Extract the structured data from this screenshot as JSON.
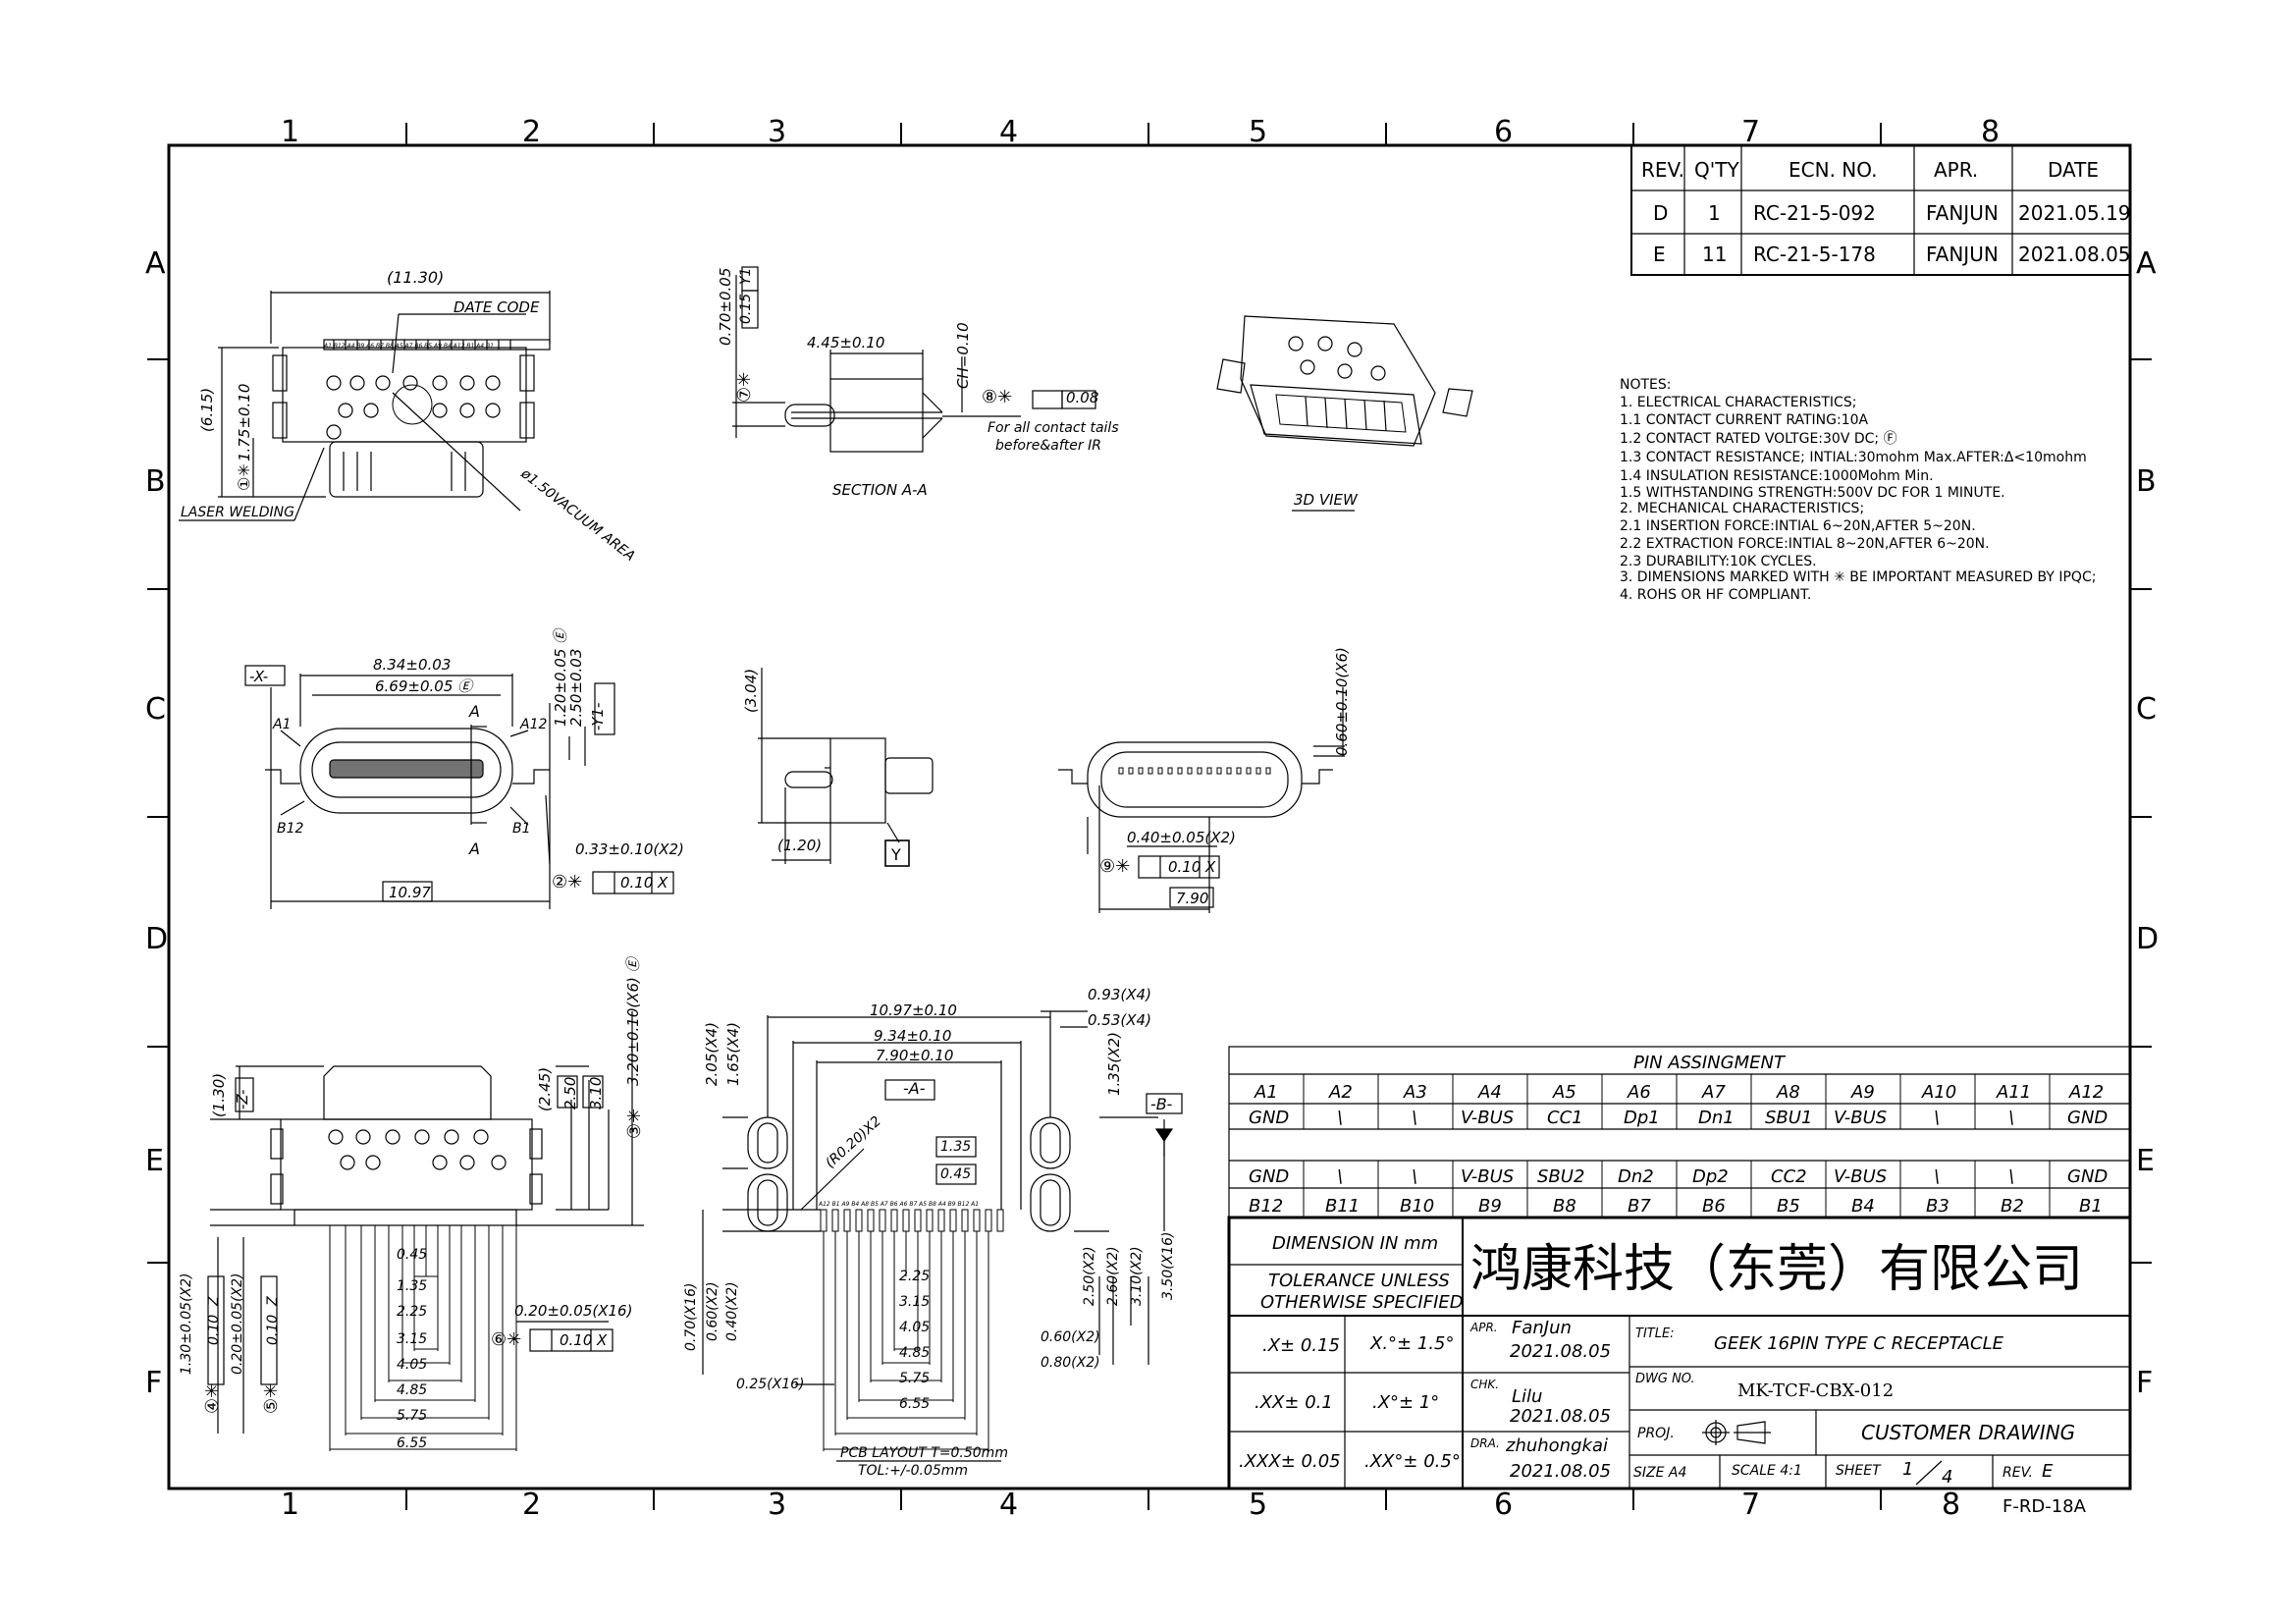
{
  "zones": {
    "columns": [
      "1",
      "2",
      "3",
      "4",
      "5",
      "6",
      "7",
      "8"
    ],
    "rows": [
      "A",
      "B",
      "C",
      "D",
      "E",
      "F"
    ]
  },
  "revision_table": {
    "headers": [
      "REV.",
      "Q'TY",
      "ECN. NO.",
      "APR.",
      "DATE"
    ],
    "rows": [
      [
        "D",
        "1",
        "RC-21-5-092",
        "FANJUN",
        "2021.05.19"
      ],
      [
        "E",
        "11",
        "RC-21-5-178",
        "FANJUN",
        "2021.08.05"
      ]
    ]
  },
  "notes": [
    "NOTES:",
    "1. ELECTRICAL CHARACTERISTICS;",
    "1.1 CONTACT CURRENT RATING:10A",
    "1.2 CONTACT RATED VOLTGE:30V DC; Ⓕ",
    "1.3 CONTACT RESISTANCE; INTIAL:30mohm  Max.AFTER:Δ<10mohm",
    "1.4 INSULATION RESISTANCE:1000Mohm Min.",
    "1.5 WITHSTANDING STRENGTH:500V DC FOR 1 MINUTE.",
    "2.  MECHANICAL CHARACTERISTICS;",
    "2.1 INSERTION FORCE:INTIAL 6~20N,AFTER 5~20N.",
    "2.2 EXTRACTION FORCE:INTIAL 8~20N,AFTER 6~20N.",
    "2.3 DURABILITY:10K CYCLES.",
    "3. DIMENSIONS MARKED WITH ✳ BE IMPORTANT MEASURED BY IPQC;",
    "4. ROHS OR HF COMPLIANT."
  ],
  "views": {
    "top": {
      "dim_width": "(11.30)",
      "date_code": "DATE CODE",
      "dim_height": "(6.15)",
      "dim_small": "1.75±0.10",
      "marker": "①✳",
      "laser": "LASER WELDING",
      "vacuum": "ø1.50VACUUM AREA",
      "pin_labels": "A1 B12 A4 B9 A6 B7 B8 A5 A7 B6 B5 A9 B4 A12 B1 A4 B1"
    },
    "section": {
      "label": "SECTION A-A",
      "dim1": "0.70±0.05",
      "dim2": "4.45±0.10",
      "dim3": "CH=0.10",
      "tol1": "0.15",
      "tol1_ref": "Y1",
      "marker7": "⑦✳",
      "marker8": "⑧✳",
      "flat": "0.08",
      "note1": "For all contact tails",
      "note2": "before&after IR"
    },
    "view3d": {
      "label": "3D VIEW"
    },
    "front": {
      "datum_x": "-X-",
      "datum_y1": "-Y1-",
      "dim1": "8.34±0.03",
      "dim2": "6.69±0.05 Ⓔ",
      "dim3": "1.20±0.05 Ⓔ",
      "dim4": "2.50±0.03",
      "a": "A",
      "a1": "A1",
      "a12": "A12",
      "b12": "B12",
      "b1": "B1",
      "dim5": "0.33±0.10(X2)",
      "marker2": "②✳",
      "pos": "⊕",
      "tol": "0.10",
      "ref": "X",
      "dim6": "10.97"
    },
    "side": {
      "dim1": "(3.04)",
      "dim2": "(1.20)",
      "datum": "Y"
    },
    "rear": {
      "dim1": "0.60±0.10(X6)",
      "dim2": "0.40±0.05(X2)",
      "marker9": "⑨✳",
      "tol": "0.10",
      "ref": "X",
      "dim3": "7.90"
    },
    "bottom": {
      "dim1": "(1.30)",
      "datum_z": "-Z-",
      "dim2": "(2.45)",
      "dim3": "2.50",
      "dim4": "3.10",
      "dim5": "3.20±0.10(X6) Ⓔ",
      "marker3": "③✳",
      "stack": [
        "0.45",
        "1.35",
        "2.25",
        "3.15",
        "4.05",
        "4.85",
        "5.75",
        "6.55"
      ],
      "dim6": "0.20±0.05(X16)",
      "marker6": "⑥✳",
      "tol6": "0.10",
      "ref6": "X",
      "dim7": "1.30±0.05(X2)",
      "dim8": "0.20±0.05(X2)",
      "marker4": "④✳",
      "marker5": "⑤✳",
      "tol45": "0.10",
      "ref45": "Z"
    },
    "pcb": {
      "dim1": "10.97±0.10",
      "dim2": "9.34±0.10",
      "dim3": "7.90±0.10",
      "dim4": "0.93(X4)",
      "dim5": "0.53(X4)",
      "dim6": "2.05(X4)",
      "dim7": "1.65(X4)",
      "dim8": "1.35(X2)",
      "datum_a": "-A-",
      "datum_b": "-B-",
      "r": "(R0.20)X2",
      "box1": "1.35",
      "box2": "0.45",
      "stack": [
        "2.25",
        "3.15",
        "4.05",
        "4.85",
        "5.75",
        "6.55"
      ],
      "dim9": "0.70(X16)",
      "dim10": "0.60(X2)",
      "dim11": "0.40(X2)",
      "dim12": "0.25(X16)",
      "dim13": "2.50(X2)",
      "dim14": "2.60(X2)",
      "dim15": "3.10(X2)",
      "dim16": "3.50(X16)",
      "dim17": "0.60(X2)",
      "dim18": "0.80(X2)",
      "layout1": "PCB LAYOUT  T=0.50mm",
      "layout2": "TOL:+/-0.05mm",
      "pin_labels": "A12 B1 A9 B4 A8 B5 A7 B6 A6 B7 A5 B8 A4 B9 B12 A1"
    }
  },
  "pin_table": {
    "title": "PIN ASSINGMENT",
    "top_row": [
      "A1",
      "A2",
      "A3",
      "A4",
      "A5",
      "A6",
      "A7",
      "A8",
      "A9",
      "A10",
      "A11",
      "A12"
    ],
    "top_signals": [
      "GND",
      "\\",
      "\\",
      "V-BUS",
      "CC1",
      "Dp1",
      "Dn1",
      "SBU1",
      "V-BUS",
      "\\",
      "\\",
      "GND"
    ],
    "bottom_signals": [
      "GND",
      "\\",
      "\\",
      "V-BUS",
      "SBU2",
      "Dn2",
      "Dp2",
      "CC2",
      "V-BUS",
      "\\",
      "\\",
      "GND"
    ],
    "bottom_row": [
      "B12",
      "B11",
      "B10",
      "B9",
      "B8",
      "B7",
      "B6",
      "B5",
      "B4",
      "B3",
      "B2",
      "B1"
    ]
  },
  "title_block": {
    "dimension_unit": "DIMENSION  IN  mm",
    "tolerance_1": "TOLERANCE  UNLESS",
    "tolerance_2": "OTHERWISE  SPECIFIED",
    "company": "鸿康科技（东莞）有限公司",
    "tol_x": ".X±  0.15",
    "tol_ang1": "X.°±  1.5°",
    "tol_xx": ".XX±  0.1",
    "tol_ang2": ".X°±  1°",
    "tol_xxx": ".XXX±  0.05",
    "tol_ang3": ".XX°±  0.5°",
    "apr_label": "APR.",
    "apr_name": "FanJun",
    "apr_date": "2021.08.05",
    "chk_label": "CHK.",
    "chk_name": "Lilu",
    "chk_date": "2021.08.05",
    "dra_label": "DRA.",
    "dra_name": "zhuhongkai",
    "dra_date": "2021.08.05",
    "title_label": "TITLE:",
    "title": "GEEK  16PIN  TYPE  C  RECEPTACLE",
    "dwg_label": "DWG NO.",
    "dwg_no": "MK-TCF-CBX-012",
    "proj_label": "PROJ.",
    "customer": "CUSTOMER  DRAWING",
    "size": "SIZE A4",
    "scale": "SCALE 4:1",
    "sheet_label": "SHEET",
    "sheet_num": "1",
    "sheet_tot": "4",
    "rev_label": "REV.",
    "rev": "E"
  },
  "form_code": "F-RD-18A"
}
